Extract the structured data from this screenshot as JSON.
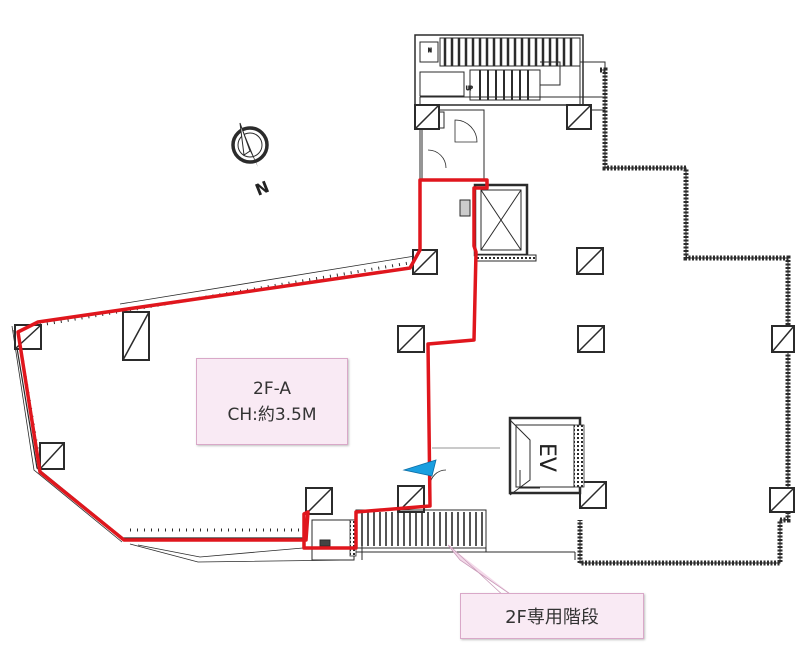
{
  "unit": {
    "name": "2F-A",
    "ceiling_height": "CH:約3.5M"
  },
  "stair_label": "2F専用階段",
  "elevator_label": "EV",
  "compass_label": "N",
  "colors": {
    "boundary": "#e0161d",
    "wall": "#2b2b2b",
    "callout_bg": "#f9eaf4",
    "callout_border": "#d9a8c8",
    "entrance_marker": "#1a9fe0"
  }
}
